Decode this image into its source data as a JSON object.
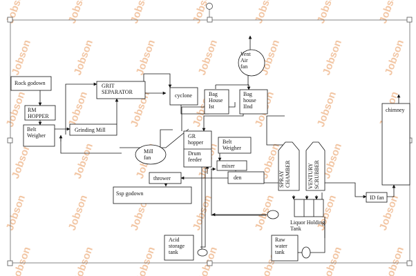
{
  "watermark": "Jobson",
  "nodes": {
    "rock_godown": [
      "Rock godown"
    ],
    "rm_hopper": [
      "RM",
      "HOPPER"
    ],
    "belt_weigher_left": [
      "Belt",
      "Weigher"
    ],
    "grit_separator": [
      "GRIT",
      "SEPARATOR"
    ],
    "grinding_mill": [
      "Grinding Mill"
    ],
    "mill_fan": [
      "Mill",
      "fan"
    ],
    "cyclone": [
      "cyclone"
    ],
    "bag_house_1": [
      "Bag",
      "House",
      "Ist"
    ],
    "bag_house_2": [
      "Bag",
      "house",
      "IInd"
    ],
    "vent_air_fan": [
      "Vent",
      "Air",
      "fan"
    ],
    "gr_hopper": [
      "GR",
      "hopper"
    ],
    "drum_feeder": [
      "Drum",
      "feeder"
    ],
    "belt_weigher_right": [
      "Belt",
      "Weigher"
    ],
    "mixer": [
      "mixer"
    ],
    "den": [
      "den"
    ],
    "thrower": [
      "thrower"
    ],
    "ssp_godown": [
      "Ssp godown"
    ],
    "spray_chamber": [
      "SPRAY",
      "CHAMBER"
    ],
    "venturi_scrubber": [
      "VENTURY",
      "SCRUBBER"
    ],
    "liquor_holding_tank": [
      "Liquor Holding",
      "Tank"
    ],
    "chimney": [
      "chimney"
    ],
    "id_fan": [
      "ID fan"
    ],
    "acid_storage_tank": [
      "Acid",
      "storage",
      "tank"
    ],
    "raw_water_tank": [
      "Raw",
      "water",
      "tank"
    ]
  }
}
